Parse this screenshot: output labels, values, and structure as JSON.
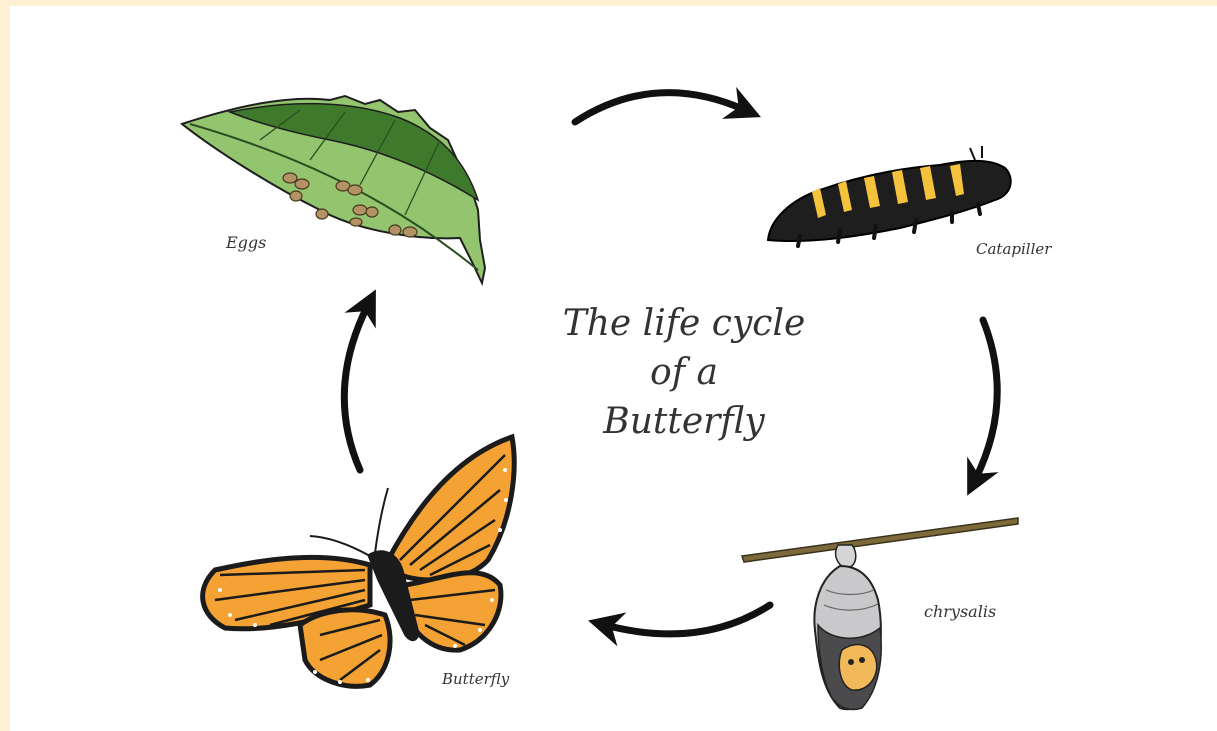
{
  "title": {
    "line1": "The life cycle",
    "line2": "of a",
    "line3": "Butterfly"
  },
  "stages": {
    "eggs": "Eggs",
    "caterpillar": "Catapiller",
    "chrysalis": "chrysalis",
    "butterfly": "Butterfly"
  },
  "colors": {
    "background": "#fdf1d2",
    "leaf_dark": "#3f7a2c",
    "leaf_light": "#93c46e",
    "egg": "#b39263",
    "caterpillar_body": "#1e1e1e",
    "caterpillar_stripe": "#f4c23b",
    "chrysalis_silver": "#c9c9cc",
    "chrysalis_gold": "#f2b95a",
    "branch": "#7d6a3b",
    "wing_orange": "#f3a233",
    "wing_vein": "#1b1b1b",
    "arrow": "#111111"
  },
  "icons": {
    "eggs": "leaf-with-eggs-icon",
    "caterpillar": "caterpillar-icon",
    "chrysalis": "chrysalis-icon",
    "butterfly": "monarch-butterfly-icon",
    "arrows": "cycle-arrow-icon"
  }
}
